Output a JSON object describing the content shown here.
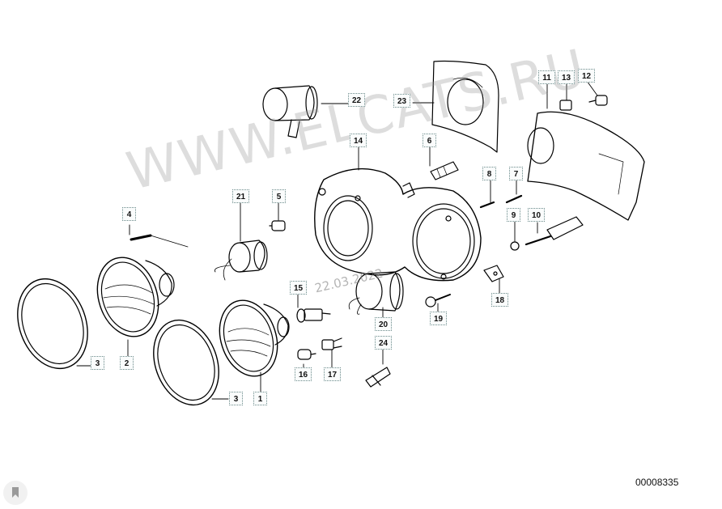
{
  "watermark_text": "WWW.ELCATS.RU",
  "date_stamp": "22.03.2022",
  "document_number": "00008335",
  "icons": {
    "bookmark": "bookmark-icon"
  },
  "callouts": {
    "p1": "1",
    "p2": "2",
    "p3a": "3",
    "p3b": "3",
    "p4": "4",
    "p5": "5",
    "p6": "6",
    "p7": "7",
    "p8": "8",
    "p9": "9",
    "p10": "10",
    "p11": "11",
    "p12": "12",
    "p13": "13",
    "p14": "14",
    "p15": "15",
    "p16": "16",
    "p17": "17",
    "p18": "18",
    "p19": "19",
    "p20": "20",
    "p21": "21",
    "p22": "22",
    "p23": "23",
    "p24": "24"
  }
}
